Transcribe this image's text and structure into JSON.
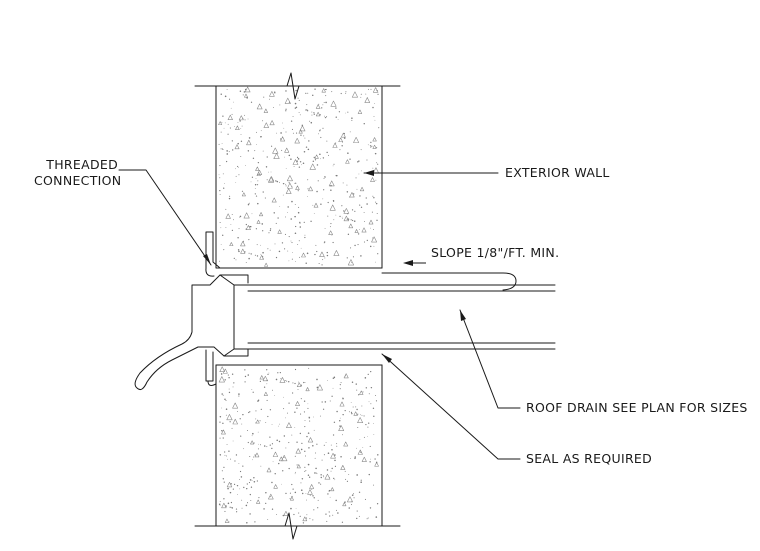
{
  "labels": {
    "threaded_connection_line1": "THREADED",
    "threaded_connection_line2": "CONNECTION",
    "exterior_wall": "EXTERIOR WALL",
    "slope": "SLOPE 1/8\"/FT. MIN.",
    "roof_drain": "ROOF DRAIN SEE PLAN FOR SIZES",
    "seal": "SEAL AS REQUIRED"
  },
  "colors": {
    "line": "#1a1a1a",
    "stipple": "#7a7a7a",
    "background": "#ffffff"
  }
}
